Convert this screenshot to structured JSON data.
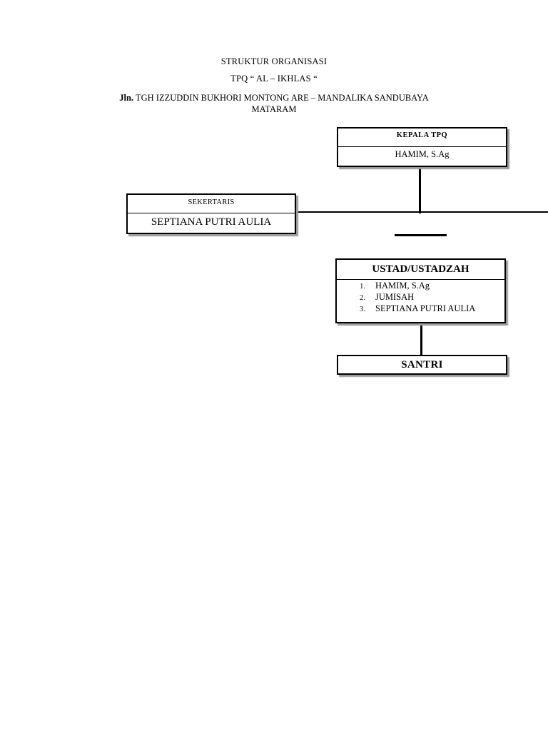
{
  "header": {
    "title": "STRUKTUR ORGANISASI",
    "subtitle": "TPQ “ AL – IKHLAS “",
    "address_prefix": "Jln.",
    "address_line1": " TGH IZZUDDIN BUKHORI MONTONG ARE – MANDALIKA SANDUBAYA",
    "address_line2": "MATARAM"
  },
  "nodes": {
    "kepala": {
      "role": "KEPALA TPQ",
      "name": "HAMIM, S.Ag"
    },
    "sekertaris": {
      "role": "SEKERTARIS",
      "name": "SEPTIANA PUTRI AULIA"
    },
    "ustad": {
      "role": "USTAD/USTADZAH",
      "members": [
        {
          "num": "1.",
          "name": "HAMIM, S.Ag"
        },
        {
          "num": "2.",
          "name": "JUMISAH"
        },
        {
          "num": "3.",
          "name": "SEPTIANA PUTRI AULIA"
        }
      ]
    },
    "santri": {
      "role": "SANTRI"
    }
  }
}
